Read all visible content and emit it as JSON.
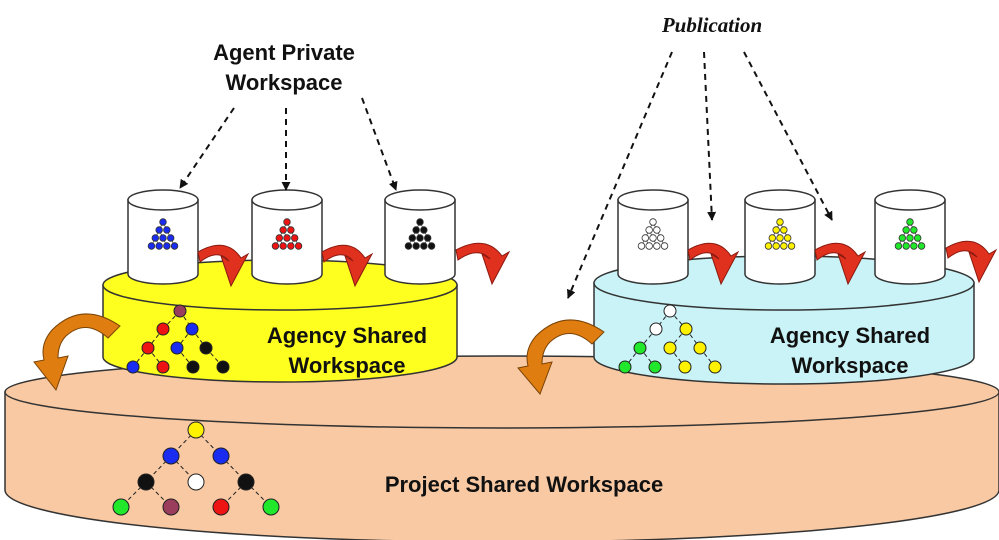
{
  "labels": {
    "agent_private_line1": "Agent Private",
    "agent_private_line2": "Workspace",
    "publication": "Publication",
    "agency_left_line1": "Agency Shared",
    "agency_left_line2": "Workspace",
    "agency_right_line1": "Agency Shared",
    "agency_right_line2": "Workspace",
    "project": "Project Shared Workspace"
  },
  "colors": {
    "project_fill": "#f8c9a3",
    "agency_left_fill": "#ffff1f",
    "agency_right_fill": "#c9f3f6",
    "private_fill": "#ffffff",
    "red_arrow": "#e0301e",
    "orange_arrow": "#e07d10",
    "node_blue": "#1a2cf0",
    "node_red": "#ef1414",
    "node_black": "#111111",
    "node_purple": "#9a3d5c",
    "node_yellow": "#fff200",
    "node_green": "#22e82b",
    "node_white": "#ffffff"
  },
  "private_workspaces": [
    {
      "side": "left",
      "tree_color": "#1a2cf0"
    },
    {
      "side": "left",
      "tree_color": "#ef1414"
    },
    {
      "side": "left",
      "tree_color": "#111111"
    },
    {
      "side": "right",
      "tree_color": "#ffffff"
    },
    {
      "side": "right",
      "tree_color": "#fff200"
    },
    {
      "side": "right",
      "tree_color": "#22e82b"
    }
  ]
}
